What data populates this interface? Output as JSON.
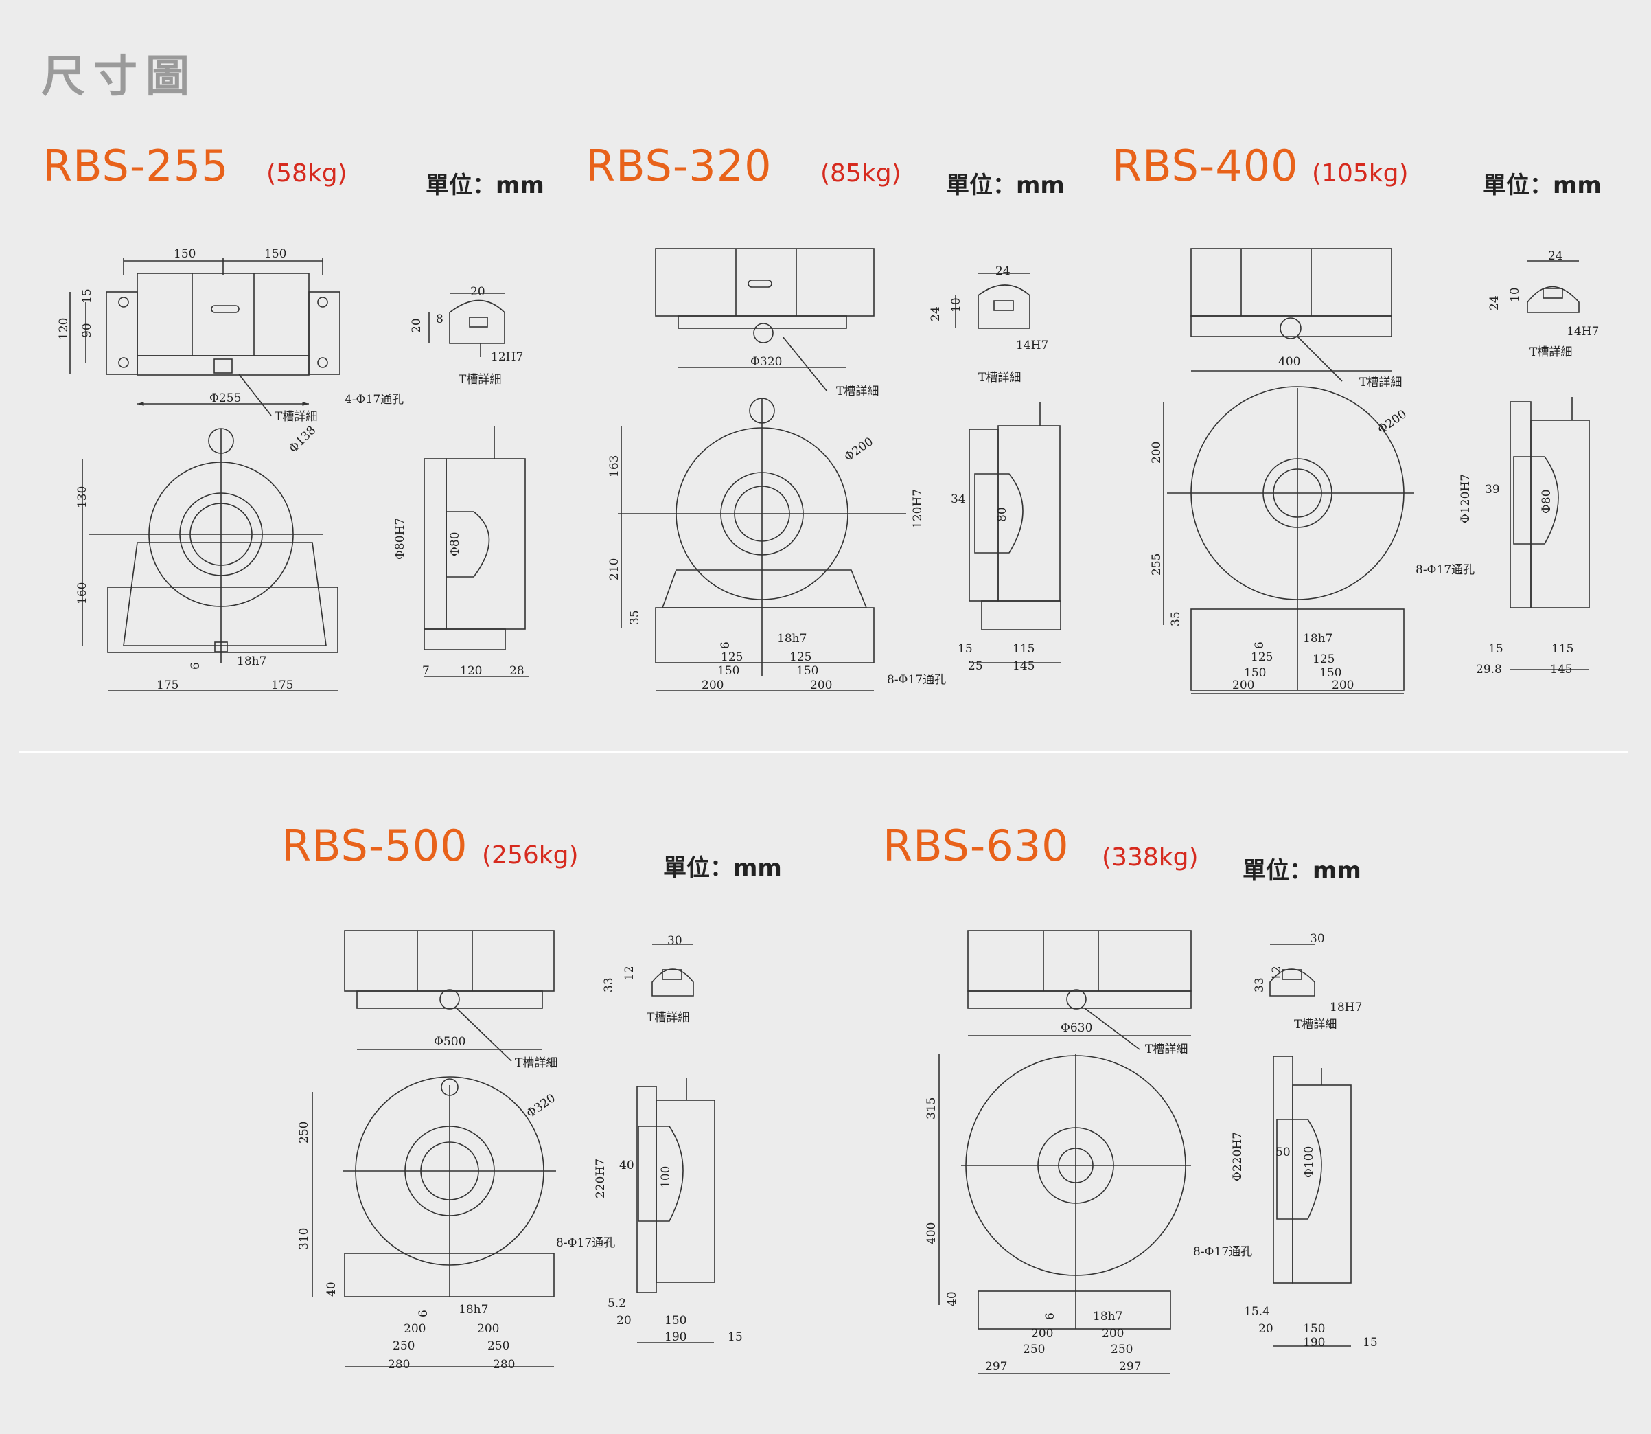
{
  "page_title": "尺寸圖",
  "panels": [
    {
      "model": "RBS-255",
      "weight": "(58kg)",
      "unit": "單位：mm",
      "top_dims": [
        "150",
        "150"
      ],
      "table_dia": "Φ255",
      "tslot_ref": "T槽詳細",
      "left_dims": [
        "120",
        "90",
        "15"
      ],
      "holes": "4-Φ17通孔",
      "tslot": {
        "w": "20",
        "h1": "8",
        "h2": "20",
        "fit": "12H7",
        "label": "T槽詳細"
      },
      "front_dims": {
        "h1": "130",
        "h2": "160",
        "dia": "Φ138",
        "key": "18h7",
        "k": "6",
        "w1": "175",
        "w2": "175"
      },
      "side_dims": {
        "bore": "Φ80H7",
        "d": "Φ80",
        "a": "7",
        "b": "120",
        "c": "28"
      }
    },
    {
      "model": "RBS-320",
      "weight": "(85kg)",
      "unit": "單位：mm",
      "table_dia": "Φ320",
      "tslot_ref": "T槽詳細",
      "tslot": {
        "w": "24",
        "h1": "10",
        "h2": "24",
        "fit": "14H7",
        "label": "T槽詳細"
      },
      "front_dims": {
        "h1": "163",
        "h2": "210",
        "h3": "35",
        "dia": "Φ200",
        "key": "18h7",
        "k": "6",
        "a": "125",
        "b": "125",
        "c": "150",
        "d": "150",
        "e": "200",
        "f": "200",
        "holes": "8-Φ17通孔"
      },
      "side_dims": {
        "bore": "120H7",
        "x": "34",
        "d": "80",
        "a": "15",
        "b": "115",
        "c": "25",
        "e": "145"
      }
    },
    {
      "model": "RBS-400",
      "weight": "(105kg)",
      "unit": "單位：mm",
      "table_dia": "400",
      "tslot_ref": "T槽詳細",
      "tslot": {
        "w": "24",
        "h1": "10",
        "h2": "24",
        "fit": "14H7",
        "label": "T槽詳細"
      },
      "front_dims": {
        "h1": "200",
        "h2": "255",
        "h3": "35",
        "dia": "Φ200",
        "key": "18h7",
        "k": "6",
        "a": "125",
        "b": "125",
        "c": "150",
        "d": "150",
        "e": "200",
        "f": "200",
        "holes": "8-Φ17通孔"
      },
      "side_dims": {
        "bore": "Φ120H7",
        "x": "39",
        "d": "Φ80",
        "a": "15",
        "b": "115",
        "c": "29.8",
        "e": "145"
      }
    },
    {
      "model": "RBS-500",
      "weight": "(256kg)",
      "unit": "單位：mm",
      "table_dia": "Φ500",
      "tslot_ref": "T槽詳細",
      "tslot": {
        "w": "30",
        "h1": "12",
        "h2": "33",
        "label": "T槽詳細"
      },
      "front_dims": {
        "h1": "250",
        "h2": "310",
        "h3": "40",
        "dia": "Φ320",
        "key": "18h7",
        "k": "6",
        "a": "200",
        "b": "200",
        "c": "250",
        "d": "250",
        "e": "280",
        "f": "280",
        "holes": "8-Φ17通孔"
      },
      "side_dims": {
        "bore": "220H7",
        "x": "40",
        "d": "100",
        "a": "5.2",
        "b": "150",
        "c": "20",
        "e": "190",
        "f": "15"
      }
    },
    {
      "model": "RBS-630",
      "weight": "(338kg)",
      "unit": "單位：mm",
      "table_dia": "Φ630",
      "tslot_ref": "T槽詳細",
      "tslot": {
        "w": "30",
        "h1": "12",
        "h2": "33",
        "fit": "18H7",
        "label": "T槽詳細"
      },
      "front_dims": {
        "h1": "315",
        "h2": "400",
        "h3": "40",
        "key": "18h7",
        "k": "6",
        "a": "200",
        "b": "200",
        "c": "250",
        "d": "250",
        "e": "297",
        "f": "297",
        "holes": "8-Φ17通孔"
      },
      "side_dims": {
        "bore": "Φ220H7",
        "x": "50",
        "d": "Φ100",
        "a": "15.4",
        "b": "150",
        "c": "20",
        "e": "190",
        "f": "15"
      }
    }
  ],
  "colors": {
    "accent": "#e8621a",
    "weight": "#d62a1e",
    "title": "#9a9a9a",
    "line": "#333333"
  }
}
